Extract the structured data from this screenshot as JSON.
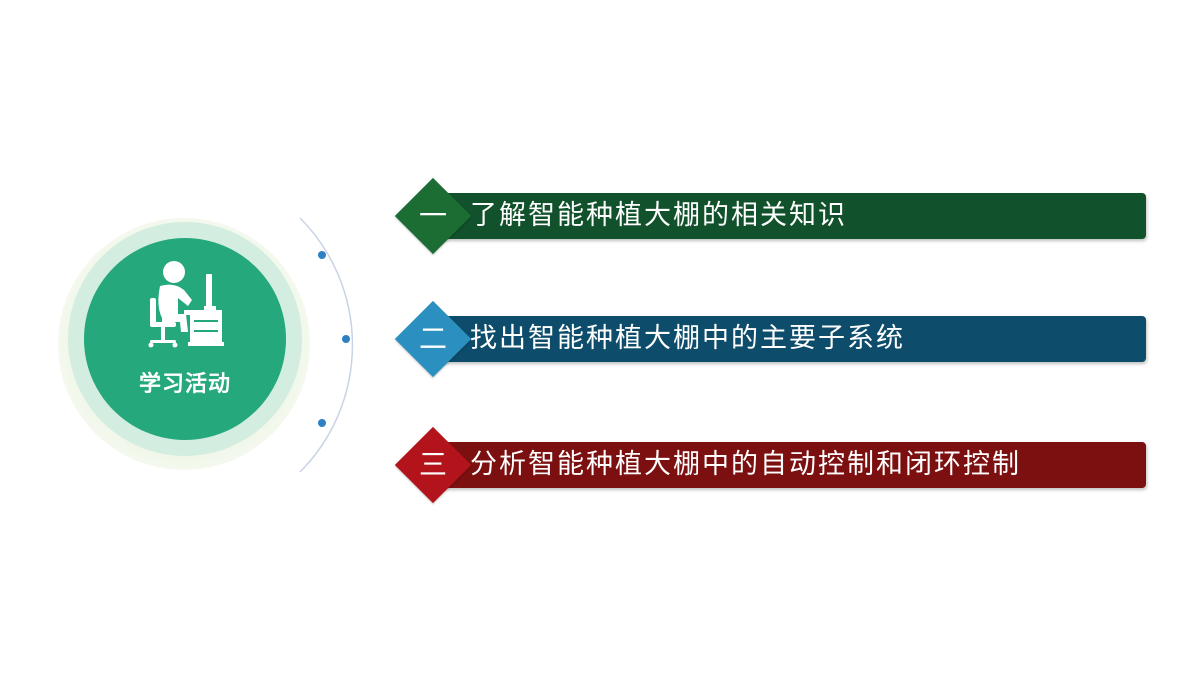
{
  "emblem": {
    "label": "学习活动",
    "icon": "person-at-computer-icon",
    "color": "#25a87c"
  },
  "items": [
    {
      "number": "一",
      "text": "了解智能种植大棚的相关知识",
      "bar_color": "#11512b",
      "diamond_color": "#1b6d33"
    },
    {
      "number": "二",
      "text": "找出智能种植大棚中的主要子系统",
      "bar_color": "#0d4d6b",
      "diamond_color": "#2b8fbf"
    },
    {
      "number": "三",
      "text": "分析智能种植大棚中的自动控制和闭环控制",
      "bar_color": "#7c0f0f",
      "diamond_color": "#b3141c"
    }
  ]
}
